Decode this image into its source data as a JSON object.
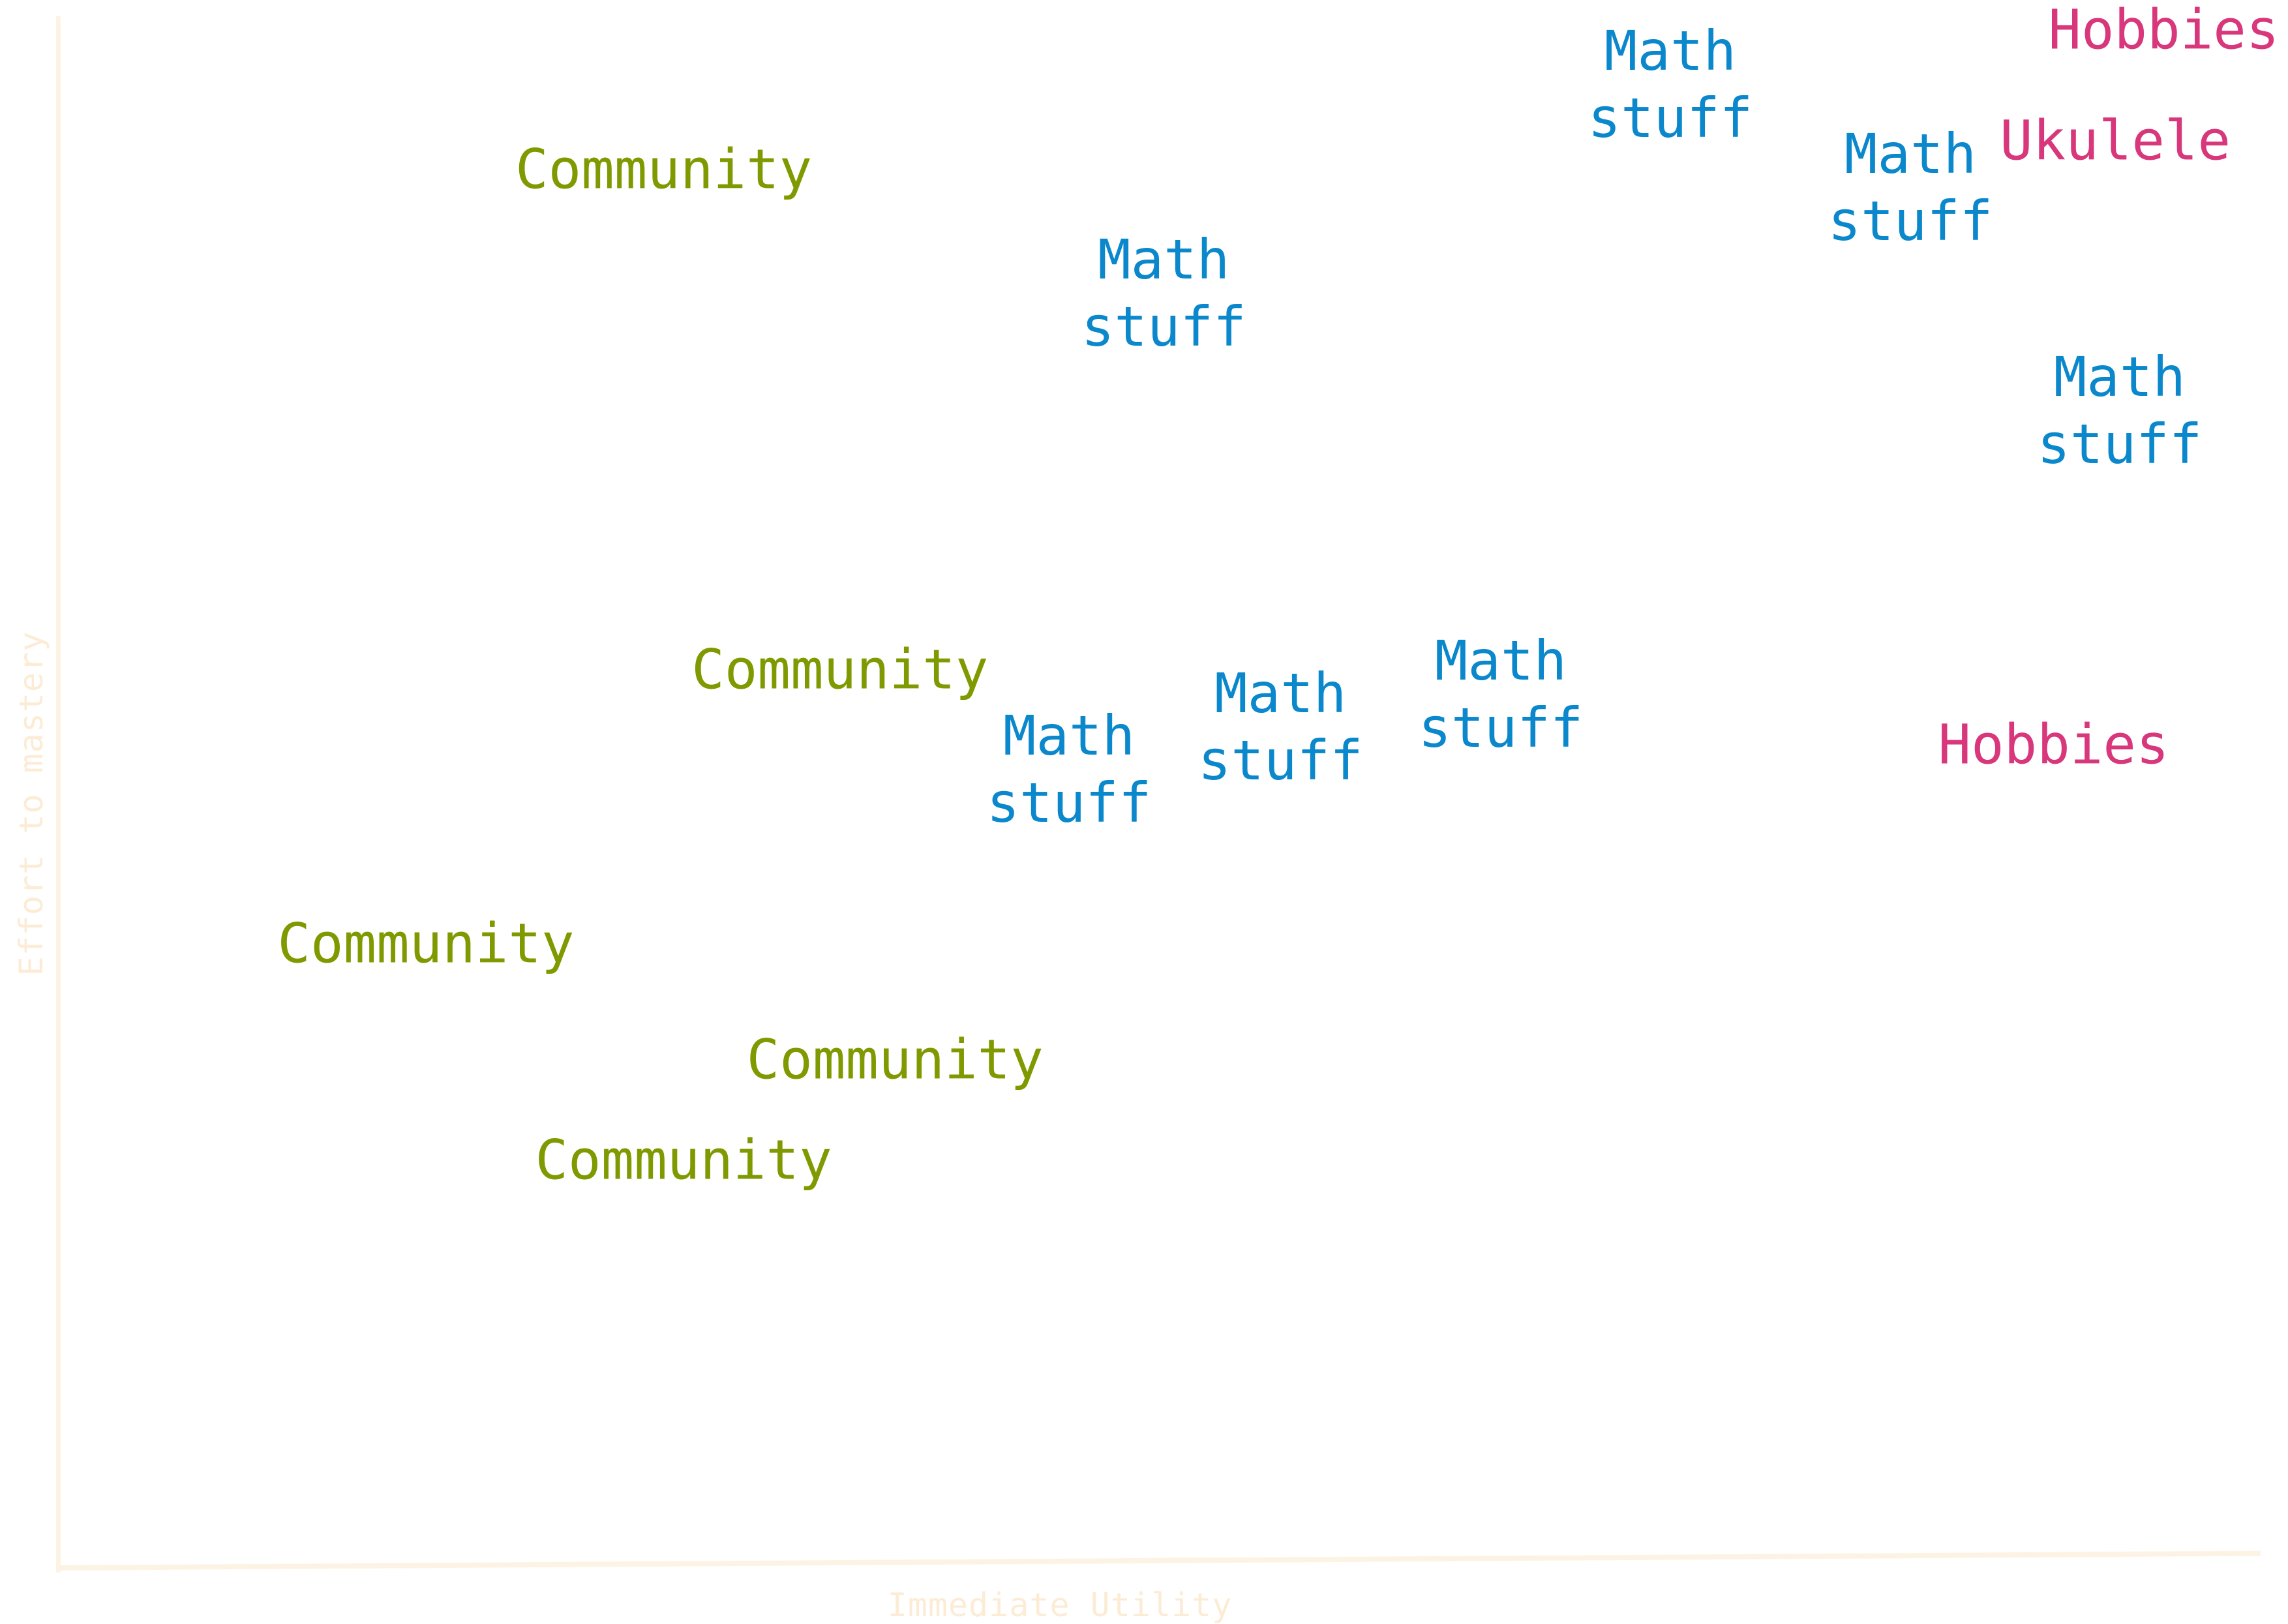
{
  "chart_data": {
    "type": "scatter",
    "title": "",
    "xlabel": "Immediate Utility",
    "ylabel": "Effort to mastery",
    "xlim": [
      0,
      100
    ],
    "ylim": [
      0,
      100
    ],
    "grid": false,
    "legend": "none",
    "colors": {
      "Community": "#7f9a00",
      "Math stuff": "#0b88cc",
      "Hobbies": "#d8377b",
      "axis": "#fdf3e4",
      "axis_label": "#fcecd6"
    },
    "points": [
      {
        "label": "Community",
        "category": "Community",
        "x": 27.5,
        "y": 89.2
      },
      {
        "label": "Community",
        "category": "Community",
        "x": 35.5,
        "y": 57.3
      },
      {
        "label": "Community",
        "category": "Community",
        "x": 16.7,
        "y": 39.8
      },
      {
        "label": "Community",
        "category": "Community",
        "x": 38.0,
        "y": 32.4
      },
      {
        "label": "Community",
        "category": "Community",
        "x": 28.4,
        "y": 26.0
      },
      {
        "label": "Math\nstuff",
        "category": "Math stuff",
        "x": 73.2,
        "y": 94.6
      },
      {
        "label": "Math\nstuff",
        "category": "Math stuff",
        "x": 84.1,
        "y": 88.0
      },
      {
        "label": "Math\nstuff",
        "category": "Math stuff",
        "x": 50.2,
        "y": 81.3
      },
      {
        "label": "Math\nstuff",
        "category": "Math stuff",
        "x": 93.6,
        "y": 73.8
      },
      {
        "label": "Math\nstuff",
        "category": "Math stuff",
        "x": 65.5,
        "y": 55.7
      },
      {
        "label": "Math\nstuff",
        "category": "Math stuff",
        "x": 55.5,
        "y": 53.6
      },
      {
        "label": "Math\nstuff",
        "category": "Math stuff",
        "x": 45.9,
        "y": 50.9
      },
      {
        "label": "Hobbies",
        "category": "Hobbies",
        "x": 95.6,
        "y": 98.1
      },
      {
        "label": "Ukulele",
        "category": "Hobbies",
        "x": 93.4,
        "y": 91.0
      },
      {
        "label": "Hobbies",
        "category": "Hobbies",
        "x": 90.6,
        "y": 52.5
      }
    ]
  }
}
